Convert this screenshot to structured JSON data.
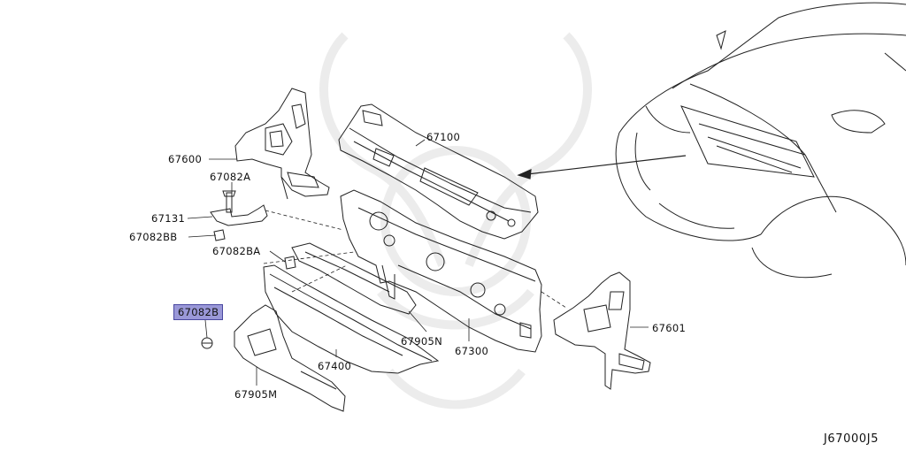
{
  "diagram": {
    "part_labels": {
      "p67600": "67600",
      "p67082a": "67082A",
      "p67131": "67131",
      "p67082bb": "67082BB",
      "p67082ba": "67082BA",
      "p67082b": "67082B",
      "p67100": "67100",
      "p67905n": "67905N",
      "p67300": "67300",
      "p67400": "67400",
      "p67905m": "67905M",
      "p67601": "67601"
    },
    "highlighted_part": "67082B",
    "highlight_color": "#9a98d8",
    "line_color": "#222222",
    "watermark_color": "#efefef",
    "diagram_code": "J67000J5"
  }
}
